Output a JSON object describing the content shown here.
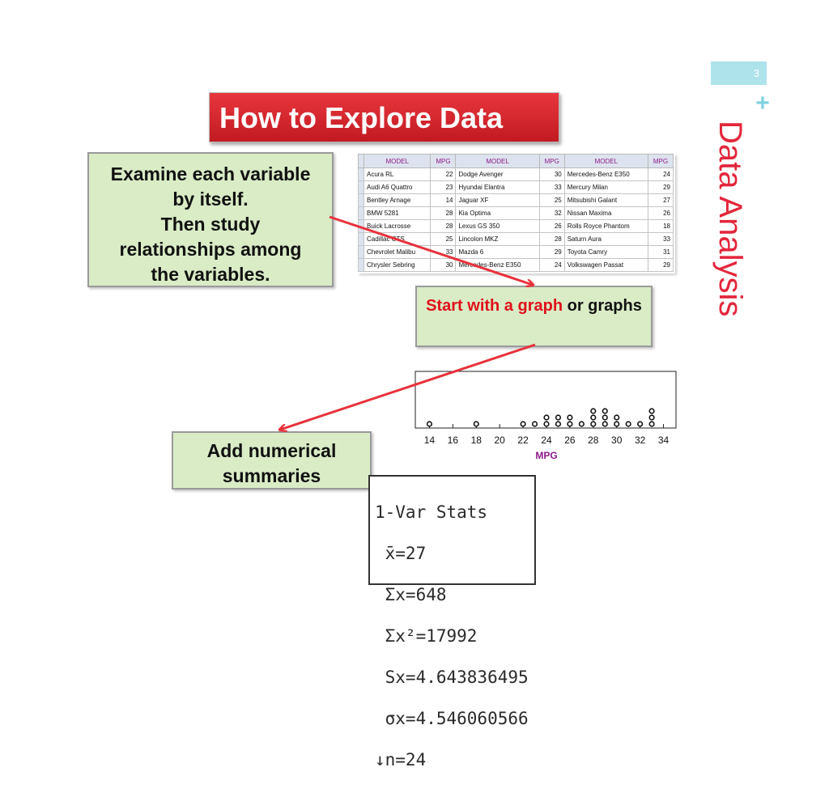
{
  "slide": {
    "page_number": "3",
    "plus_icon": "plus-icon",
    "side_title": "Data Analysis",
    "title": "How to Explore Data"
  },
  "examine_box": {
    "lines": [
      "Examine each variable",
      "by itself.",
      "Then study",
      "relationships among",
      "the variables."
    ]
  },
  "graph_box": {
    "highlight": "Start with a graph",
    "rest": " or graphs"
  },
  "summaries_box": {
    "lines": [
      "Add numerical",
      "summaries"
    ]
  },
  "table": {
    "headers": [
      "MODEL",
      "MPG",
      "MODEL",
      "MPG",
      "MODEL",
      "MPG"
    ],
    "rows": [
      [
        "Acura RL",
        "22",
        "Dodge Avenger",
        "30",
        "Mercedes-Benz E350",
        "24"
      ],
      [
        "Audi A6 Quattro",
        "23",
        "Hyundai Elantra",
        "33",
        "Mercury Milan",
        "29"
      ],
      [
        "Bentley Arnage",
        "14",
        "Jaguar XF",
        "25",
        "Mitsubishi Galant",
        "27"
      ],
      [
        "BMW 5281",
        "28",
        "Kia Optima",
        "32",
        "Nissan Maxima",
        "26"
      ],
      [
        "Buick Lacrosse",
        "28",
        "Lexus GS 350",
        "26",
        "Rolls Royce Phantom",
        "18"
      ],
      [
        "Cadillac CTS",
        "25",
        "Lincolon MKZ",
        "28",
        "Saturn Aura",
        "33"
      ],
      [
        "Chevrolet Malibu",
        "33",
        "Mazda 6",
        "29",
        "Toyota Camry",
        "31"
      ],
      [
        "Chrysler Sebring",
        "30",
        "Mercedes-Benz E350",
        "24",
        "Volkswagen Passat",
        "29"
      ]
    ]
  },
  "chart_data": {
    "type": "scatter",
    "subtype": "dot plot",
    "xlabel": "MPG",
    "xlim": [
      13,
      35
    ],
    "x_ticks": [
      14,
      16,
      18,
      20,
      22,
      24,
      26,
      28,
      30,
      32,
      34
    ],
    "values": [
      14,
      18,
      22,
      23,
      24,
      24,
      25,
      25,
      26,
      26,
      27,
      28,
      28,
      28,
      29,
      29,
      29,
      30,
      30,
      31,
      32,
      33,
      33,
      33
    ]
  },
  "calculator": {
    "lines": [
      "1-Var Stats",
      " x̄=27",
      " Σx=648",
      " Σx²=17992",
      " Sx=4.643836495",
      " σx=4.546060566",
      "↓n=24"
    ]
  }
}
